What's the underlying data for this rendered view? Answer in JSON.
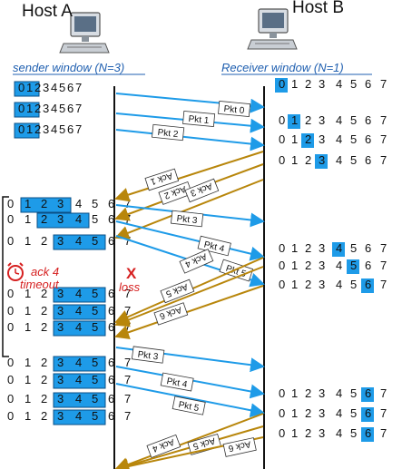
{
  "hosts": {
    "sender": "Host A",
    "receiver": "Host B"
  },
  "windows": {
    "sender_title": "sender window (N=3)",
    "receiver_title": "Receiver window (N=1)"
  },
  "colors": {
    "highlight": "#1e9be8",
    "data_arrow": "#1e9be8",
    "ack_arrow": "#b8860b",
    "loss": "#d62020",
    "window_title": "#1f5fb0"
  },
  "sender_rows": [
    {
      "seqs": [
        "0",
        "1",
        "2",
        "3",
        "4",
        "5",
        "6",
        "7"
      ],
      "highlight": [
        0,
        1,
        2
      ],
      "boxed": true
    },
    {
      "seqs": [
        "0",
        "1",
        "2",
        "3",
        "4",
        "5",
        "6",
        "7"
      ],
      "highlight": [
        0,
        1,
        2
      ],
      "boxed": true
    },
    {
      "seqs": [
        "0",
        "1",
        "2",
        "3",
        "4",
        "5",
        "6",
        "7"
      ],
      "highlight": [
        0,
        1,
        2
      ],
      "boxed": true
    },
    {
      "seqs": [
        "0",
        "1",
        "2",
        "3",
        "4",
        "5",
        "6",
        "7"
      ],
      "highlight": [
        1,
        2,
        3
      ],
      "boxed": true
    },
    {
      "seqs": [
        "0",
        "1",
        "2",
        "3",
        "4",
        "5",
        "6",
        "7"
      ],
      "highlight": [
        2,
        3,
        4
      ],
      "boxed": true
    },
    {
      "seqs": [
        "0",
        "1",
        "2",
        "3",
        "4",
        "5",
        "6",
        "7"
      ],
      "highlight": [
        3,
        4,
        5
      ],
      "boxed": true
    },
    {
      "seqs": [
        "0",
        "1",
        "2",
        "3",
        "4",
        "5",
        "6",
        "7"
      ],
      "highlight": [
        3,
        4,
        5
      ],
      "boxed": true
    },
    {
      "seqs": [
        "0",
        "1",
        "2",
        "3",
        "4",
        "5",
        "6",
        "7"
      ],
      "highlight": [
        3,
        4,
        5
      ],
      "boxed": true
    },
    {
      "seqs": [
        "0",
        "1",
        "2",
        "3",
        "4",
        "5",
        "6",
        "7"
      ],
      "highlight": [
        3,
        4,
        5
      ],
      "boxed": true
    },
    {
      "seqs": [
        "0",
        "1",
        "2",
        "3",
        "4",
        "5",
        "6",
        "7"
      ],
      "highlight": [
        3,
        4,
        5
      ],
      "boxed": true
    },
    {
      "seqs": [
        "0",
        "1",
        "2",
        "3",
        "4",
        "5",
        "6",
        "7"
      ],
      "highlight": [
        3,
        4,
        5
      ],
      "boxed": true
    },
    {
      "seqs": [
        "0",
        "1",
        "2",
        "3",
        "4",
        "5",
        "6",
        "7"
      ],
      "highlight": [
        3,
        4,
        5
      ],
      "boxed": true
    },
    {
      "seqs": [
        "0",
        "1",
        "2",
        "3",
        "4",
        "5",
        "6",
        "7"
      ],
      "highlight": [
        3,
        4,
        5
      ],
      "boxed": true
    }
  ],
  "receiver_rows": [
    {
      "seqs": [
        "0",
        "1",
        "2",
        "3",
        "4",
        "5",
        "6",
        "7"
      ],
      "highlight": [
        0
      ]
    },
    {
      "seqs": [
        "0",
        "1",
        "2",
        "3",
        "4",
        "5",
        "6",
        "7"
      ],
      "highlight": [
        1
      ]
    },
    {
      "seqs": [
        "0",
        "1",
        "2",
        "3",
        "4",
        "5",
        "6",
        "7"
      ],
      "highlight": [
        2
      ]
    },
    {
      "seqs": [
        "0",
        "1",
        "2",
        "3",
        "4",
        "5",
        "6",
        "7"
      ],
      "highlight": [
        3
      ]
    },
    {
      "seqs": [
        "0",
        "1",
        "2",
        "3",
        "4",
        "5",
        "6",
        "7"
      ],
      "highlight": [
        4
      ]
    },
    {
      "seqs": [
        "0",
        "1",
        "2",
        "3",
        "4",
        "5",
        "6",
        "7"
      ],
      "highlight": [
        5
      ]
    },
    {
      "seqs": [
        "0",
        "1",
        "2",
        "3",
        "4",
        "5",
        "6",
        "7"
      ],
      "highlight": [
        6
      ]
    },
    {
      "seqs": [
        "0",
        "1",
        "2",
        "3",
        "4",
        "5",
        "6",
        "7"
      ],
      "highlight": [
        6
      ]
    },
    {
      "seqs": [
        "0",
        "1",
        "2",
        "3",
        "4",
        "5",
        "6",
        "7"
      ],
      "highlight": [
        6
      ]
    },
    {
      "seqs": [
        "0",
        "1",
        "2",
        "3",
        "4",
        "5",
        "6",
        "7"
      ],
      "highlight": [
        6
      ]
    }
  ],
  "messages": [
    {
      "kind": "data",
      "label": "Pkt 0"
    },
    {
      "kind": "data",
      "label": "Pkt 1"
    },
    {
      "kind": "data",
      "label": "Pkt 2"
    },
    {
      "kind": "ack",
      "label": "Ack 1"
    },
    {
      "kind": "ack",
      "label": "Ack 2"
    },
    {
      "kind": "ack",
      "label": "Ack 3"
    },
    {
      "kind": "data",
      "label": "Pkt 3"
    },
    {
      "kind": "data",
      "label": "Pkt 4"
    },
    {
      "kind": "data",
      "label": "Pkt 5"
    },
    {
      "kind": "ack",
      "label": "Ack 4"
    },
    {
      "kind": "ack",
      "label": "Ack 5"
    },
    {
      "kind": "ack",
      "label": "Ack 6"
    },
    {
      "kind": "data",
      "label": "Pkt 3"
    },
    {
      "kind": "data",
      "label": "Pkt 4"
    },
    {
      "kind": "data",
      "label": "Pkt 5"
    },
    {
      "kind": "ack",
      "label": "Ack 4"
    },
    {
      "kind": "ack",
      "label": "Ack 5"
    },
    {
      "kind": "ack",
      "label": "Ack 6"
    }
  ],
  "events": {
    "loss_mark": "X",
    "loss_label": "loss",
    "timeout_label_1": "ack 4",
    "timeout_label_2": "timeout"
  }
}
